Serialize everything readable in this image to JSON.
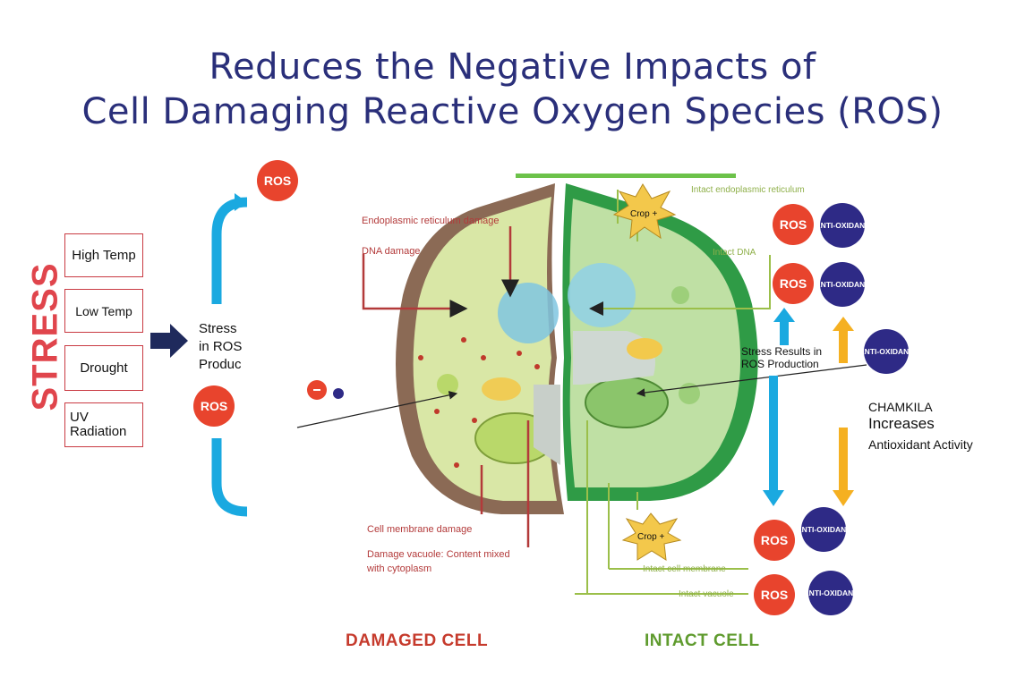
{
  "title": {
    "line1": "Reduces the Negative Impacts of",
    "line2": "Cell Damaging Reactive Oxygen Species (ROS)"
  },
  "stress_label": "STRESS",
  "stressors": [
    "High Temp",
    "Low Temp",
    "Drought",
    "UV Radiation"
  ],
  "stress_result_text": [
    "Stress",
    "in ROS",
    "Produc"
  ],
  "ros_label": "ROS",
  "antioxidant_label": [
    "ANTI-",
    "OXIDANT"
  ],
  "crop_label": "Crop +",
  "damaged_labels": {
    "er": "Endoplasmic reticulum damage",
    "dna": "DNA damage",
    "membrane": "Cell membrane damage",
    "vacuole_1": "Damage vacuole: Content mixed",
    "vacuole_2": "with cytoplasm"
  },
  "intact_labels": {
    "er": "Intact endoplasmic reticulum",
    "dna": "Intact DNA",
    "membrane": "Intact cell membrane",
    "vacuole": "Intact vacuole"
  },
  "ros_production_text": [
    "Stress Results in",
    "ROS Production"
  ],
  "chamkila_text": {
    "line1": "CHAMKILA",
    "line2": "Increases",
    "line3": "Antioxidant Activity"
  },
  "captions": {
    "damaged": "DAMAGED CELL",
    "intact": "INTACT CELL"
  },
  "colors": {
    "title": "#2a2f7a",
    "stress": "#e0454c",
    "ros": "#e8442d",
    "antioxidant": "#2e2a86",
    "blue_arrow": "#1aa9e0",
    "yellow_arrow": "#f5b021",
    "damaged_caption": "#c63b2d",
    "intact_caption": "#5f9b2e"
  }
}
